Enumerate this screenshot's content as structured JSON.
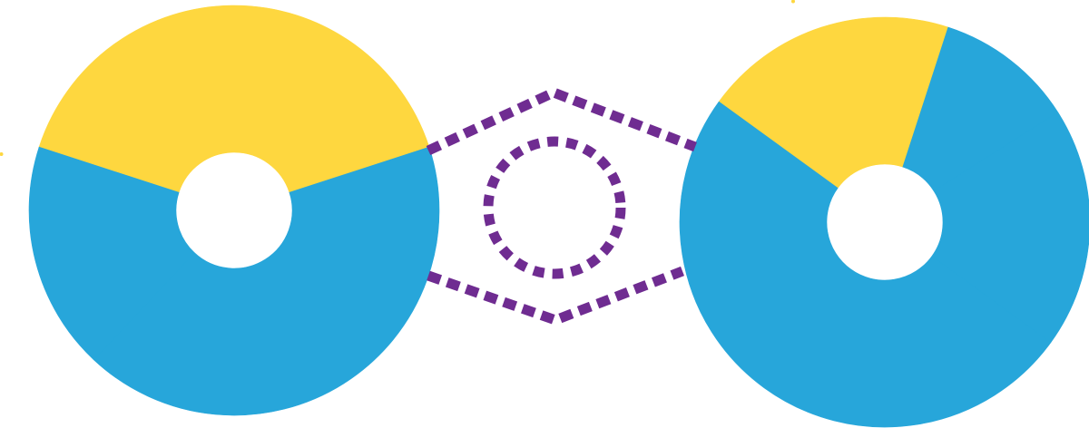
{
  "colors": {
    "yellow": "#fed73f",
    "blue": "#27a6da",
    "purple": "#6f2c91",
    "background": "#ffffff"
  },
  "left_donut": {
    "segments": [
      {
        "color": "yellow",
        "fraction": 0.4
      },
      {
        "color": "blue",
        "fraction": 0.42
      },
      {
        "color": "blue",
        "fraction": 0.18
      }
    ]
  },
  "right_donut": {
    "segments": [
      {
        "color": "yellow",
        "fraction": 0.2
      },
      {
        "color": "blue",
        "fraction": 0.11
      },
      {
        "color": "blue",
        "fraction": 0.19
      },
      {
        "color": "blue",
        "fraction": 0.5
      }
    ]
  },
  "connector": {
    "style": "dashed",
    "color": "purple"
  }
}
